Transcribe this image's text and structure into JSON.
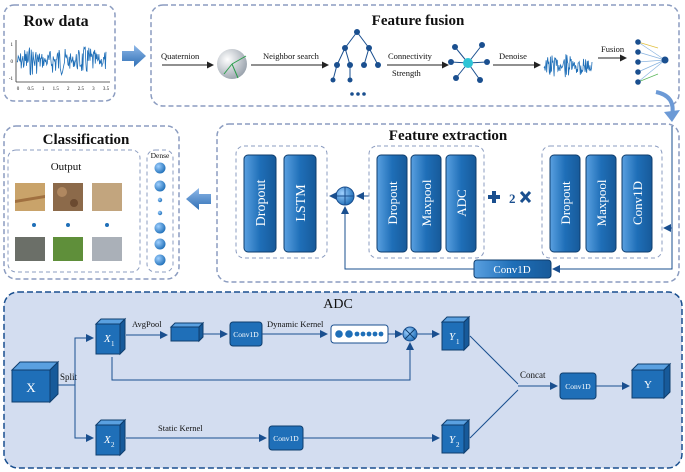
{
  "panels": {
    "row_data": {
      "title": "Row data",
      "y_ticks": [
        "1",
        "0",
        "-1"
      ],
      "x_ticks": [
        "0",
        "0.5",
        "1",
        "1.5",
        "2",
        "2.5",
        "3",
        "3.5"
      ]
    },
    "feature_fusion": {
      "title": "Feature fusion",
      "steps": [
        "Quaternion",
        "Neighbor search",
        "Connectivity",
        "Strength",
        "Denoise",
        "Fusion"
      ]
    },
    "classification": {
      "title": "Classification",
      "output_label": "Output",
      "dense_label": "Dense"
    },
    "feature_extraction": {
      "title": "Feature extraction",
      "block_a": [
        "Dropout",
        "LSTM"
      ],
      "block_b": [
        "Dropout",
        "Maxpool",
        "ADC"
      ],
      "repeat_count": "2",
      "block_c": [
        "Dropout",
        "Maxpool",
        "Conv1D"
      ],
      "skip_conv": "Conv1D"
    },
    "adc": {
      "title": "ADC",
      "input": "X",
      "split": "Split",
      "x1": "X",
      "x1_sub": "1",
      "x2": "X",
      "x2_sub": "2",
      "avgpool": "AvgPool",
      "conv_top": "Conv1D",
      "dynamic_kernel": "Dynamic Kernel",
      "y1": "Y",
      "y1_sub": "1",
      "static_kernel": "Static Kernel",
      "conv_bottom": "Conv1D",
      "y2": "Y",
      "y2_sub": "2",
      "concat": "Concat",
      "conv_out": "Conv1D",
      "output": "Y"
    }
  },
  "colors": {
    "accent_blue": "#1f6fb8",
    "dark_blue": "#1a4f8f",
    "panel_fill": "#d3ddf0",
    "dashed_border": "#7f95c2"
  }
}
